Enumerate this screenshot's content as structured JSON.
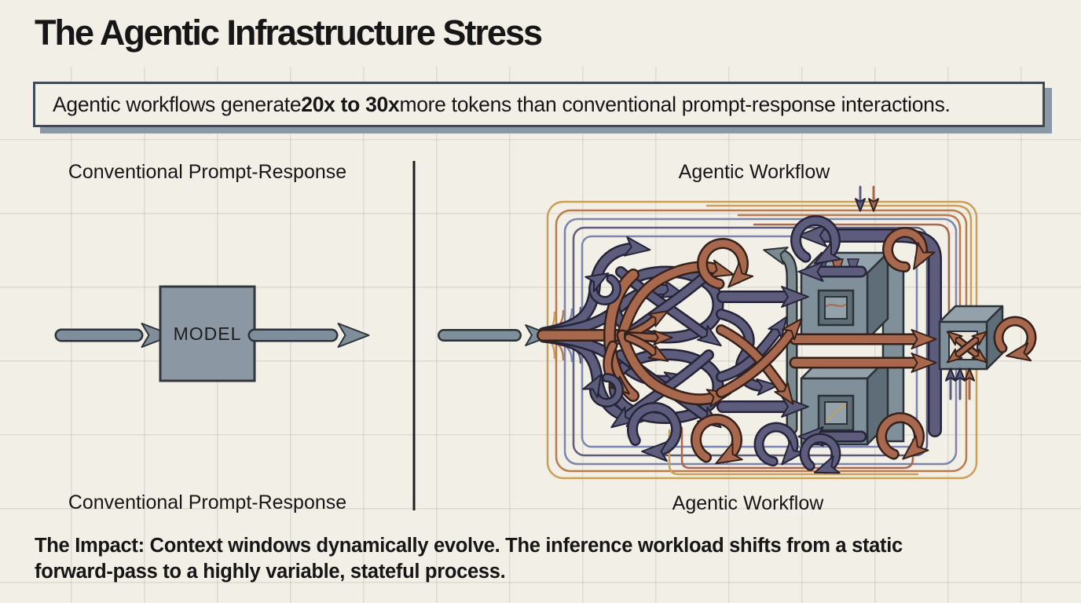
{
  "title": "The Agentic Infrastructure Stress",
  "banner": {
    "text_prefix": "Agentic workflows generate ",
    "highlight": "20x to 30x",
    "text_suffix": " more tokens than conventional prompt-response interactions."
  },
  "panels": {
    "left": {
      "label_top": "Conventional Prompt-Response",
      "label_bottom": "Conventional Prompt-Response",
      "model_label": "MODEL"
    },
    "right": {
      "label_top": "Agentic Workflow",
      "label_bottom": "Agentic Workflow"
    }
  },
  "impact": {
    "line1": "The Impact: Context windows dynamically evolve. The inference workload shifts from a static",
    "line2": "forward-pass to a highly variable, stateful process."
  },
  "colors": {
    "background": "#f2efe7",
    "text": "#161616",
    "banner_border": "#3f4a57",
    "banner_shadow": "#8b99a7",
    "divider": "#1d1d1b",
    "purple": "#5d5c7c",
    "purple_dark": "#262438",
    "rust": "#a7684e",
    "rust_dark": "#36211a",
    "tan": "#c9a05a",
    "orange": "#bc7a4a",
    "slate": "#7b85ad",
    "gray": "#7e8e9a",
    "gray2": "#7a8a8e",
    "gray_dark": "#2c3338",
    "cube_face": "#7f909b",
    "cube_top": "#93a1ab",
    "cube_side": "#5e6d77"
  }
}
